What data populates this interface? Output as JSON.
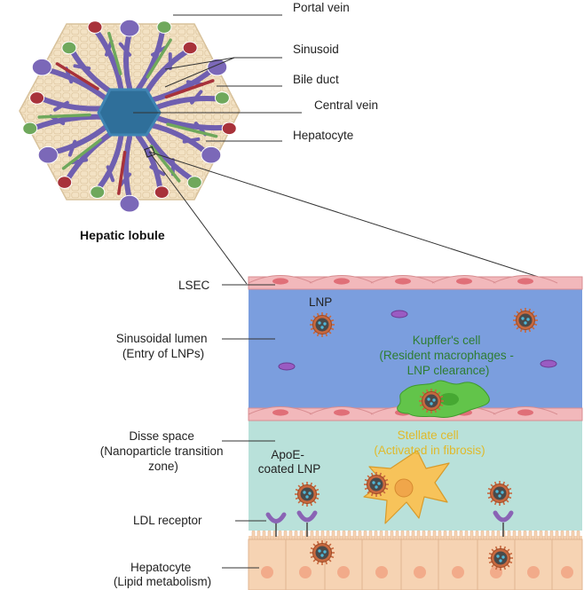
{
  "lobule": {
    "caption": "Hepatic lobule",
    "labels": {
      "portal_vein": "Portal vein",
      "sinusoid": "Sinusoid",
      "bile_duct": "Bile duct",
      "central_vein": "Central vein",
      "hepatocyte": "Hepatocyte"
    }
  },
  "detail": {
    "lsec": "LSEC",
    "lumen": [
      "Sinusoidal lumen",
      "(Entry of LNPs)"
    ],
    "disse": [
      "Disse space",
      "(Nanoparticle transition",
      "zone)"
    ],
    "ldl": "LDL receptor",
    "hepatocyte": [
      "Hepatocyte",
      "(Lipid metabolism)"
    ],
    "lnp": "LNP",
    "apoe": [
      "ApoE-",
      "coated LNP"
    ],
    "kupffer": [
      "Kupffer's cell",
      "(Resident macrophages -",
      "LNP clearance)"
    ],
    "stellate": [
      "Stellate cell",
      "(Activated in fibrosis)"
    ]
  },
  "colors": {
    "portal_vein": "#7b68b8",
    "bile_duct": "#6fa85c",
    "hepatic_artery": "#a8323a",
    "central_vein": "#2f6f9a",
    "lobule_fill": "#f3e2c4",
    "lumen": "#7b9ede",
    "endothelium": "#f2b8bb",
    "disse": "#b9e1da",
    "hepatocyte_cell": "#f6d3b3",
    "kupffer": "#62c44a",
    "stellate": "#f7c35a",
    "lnp_corona": "#c8683e",
    "receptor": "#8a63b5"
  }
}
